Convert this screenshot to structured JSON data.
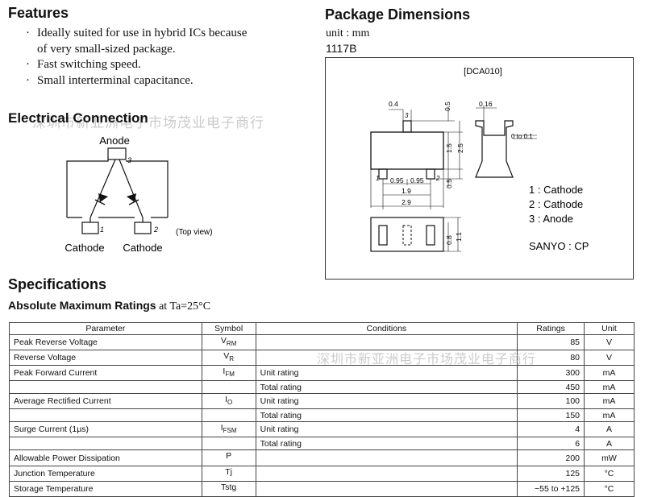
{
  "features": {
    "title": "Features",
    "items": [
      {
        "bullet": "·",
        "line1": "Ideally suited for use in hybrid ICs because",
        "line2": "of very small-sized package."
      },
      {
        "bullet": "·",
        "line1": "Fast switching speed.",
        "line2": ""
      },
      {
        "bullet": "·",
        "line1": "Small interterminal capacitance.",
        "line2": ""
      }
    ]
  },
  "electrical": {
    "title": "Electrical Connection",
    "anode_label": "Anode",
    "pin3": "3",
    "pin1": "1",
    "pin2": "2",
    "cathode1": "Cathode",
    "cathode2": "Cathode",
    "top_view": "(Top view)"
  },
  "package": {
    "title": "Package Dimensions",
    "unit": "unit : mm",
    "code": "1117B",
    "dca": "[DCA010]",
    "pins": [
      "1 : Cathode",
      "2 : Cathode",
      "3 : Anode"
    ],
    "maker": "SANYO : CP",
    "dims": {
      "d04": "0.4",
      "d05a": "0.5",
      "d3": "3",
      "d15": "1.5",
      "d25": "2.5",
      "d1": "1",
      "d095a": "0.95",
      "d095b": "0.95",
      "d2": "2",
      "d05b": "0.5",
      "d19": "1.9",
      "d29": "2.9",
      "d016": "0.16",
      "d0to01": "0 to 0.1",
      "d08": "0.8",
      "d11": "1.1"
    }
  },
  "specs": {
    "title": "Specifications",
    "subtitle_bold": "Absolute Maximum Ratings",
    "subtitle_rest": " at Ta=25°C",
    "headers": [
      "Parameter",
      "Symbol",
      "Conditions",
      "Ratings",
      "Unit"
    ],
    "rows": [
      {
        "param": "Peak Reverse Voltage",
        "sym": "V",
        "sub": "RM",
        "cond": "",
        "rating": "85",
        "unit": "V"
      },
      {
        "param": "Reverse Voltage",
        "sym": "V",
        "sub": "R",
        "cond": "",
        "rating": "80",
        "unit": "V"
      },
      {
        "param": "Peak Forward Current",
        "sym": "I",
        "sub": "FM",
        "cond": "Unit rating",
        "rating": "300",
        "unit": "mA"
      },
      {
        "param": "",
        "sym": "",
        "sub": "",
        "cond": "Total rating",
        "rating": "450",
        "unit": "mA"
      },
      {
        "param": "Average Rectified Current",
        "sym": "I",
        "sub": "O",
        "cond": "Unit rating",
        "rating": "100",
        "unit": "mA"
      },
      {
        "param": "",
        "sym": "",
        "sub": "",
        "cond": "Total rating",
        "rating": "150",
        "unit": "mA"
      },
      {
        "param": "Surge Current (1μs)",
        "sym": "I",
        "sub": "FSM",
        "cond": "Unit rating",
        "rating": "4",
        "unit": "A"
      },
      {
        "param": "",
        "sym": "",
        "sub": "",
        "cond": "Total rating",
        "rating": "6",
        "unit": "A"
      },
      {
        "param": "Allowable Power Dissipation",
        "sym": "P",
        "sub": "",
        "cond": "",
        "rating": "200",
        "unit": "mW"
      },
      {
        "param": "Junction Temperature",
        "sym": "Tj",
        "sub": "",
        "cond": "",
        "rating": "125",
        "unit": "°C"
      },
      {
        "param": "Storage Temperature",
        "sym": "Tstg",
        "sub": "",
        "cond": "",
        "rating": "−55 to +125",
        "unit": "°C"
      }
    ]
  },
  "watermarks": {
    "top": "深圳市新亚洲电子市场茂业电子商行",
    "table": "深圳市新亚洲电子市场茂业电子商行"
  }
}
